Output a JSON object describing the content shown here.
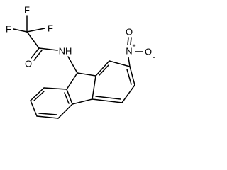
{
  "molecule": {
    "atoms": {
      "f1": "F",
      "f2": "F",
      "f3": "F",
      "o_carbonyl": "O",
      "n_amide": "NH",
      "n_nitro": "N",
      "n_nitro_charge": "+",
      "o_nitro_top": "O",
      "o_nitro_right": "O",
      "o_nitro_charge": "-"
    }
  }
}
